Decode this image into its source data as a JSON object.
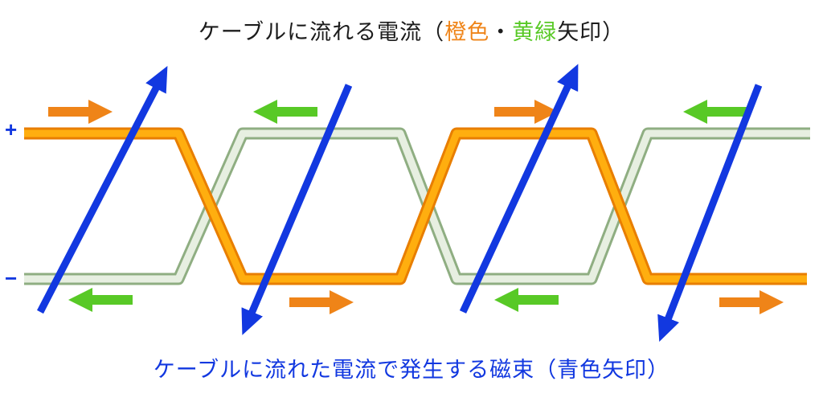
{
  "title": {
    "prefix": "ケーブルに流れる電流（",
    "orange_word": "橙色",
    "separator": "・",
    "green_word": "黄緑",
    "suffix": "矢印）"
  },
  "caption": "ケーブルに流れた電流で発生する磁束（青色矢印）",
  "labels": {
    "plus": "+",
    "minus": "−"
  },
  "colors": {
    "orange_arrow": "#ef8418",
    "green_arrow": "#58c926",
    "orange_wire": "#ffae0f",
    "orange_wire_outline": "#e87e00",
    "green_wire": "#e7efe1",
    "green_wire_outline": "#8fae82",
    "flux_blue": "#1238e0",
    "text_dark": "#1c1c1c",
    "background": "#ffffff"
  },
  "semantics": {
    "diagram_type": "twisted-pair cable with current and magnetic flux arrows",
    "orange_current_direction": "right",
    "green_current_direction": "left",
    "flux_arrow_directions": [
      "up-right",
      "down-left",
      "up-right",
      "down-left"
    ],
    "wire_crossings": 3,
    "orange_wire_starts": "top-left (+)",
    "green_wire_starts": "bottom-left (−)"
  }
}
